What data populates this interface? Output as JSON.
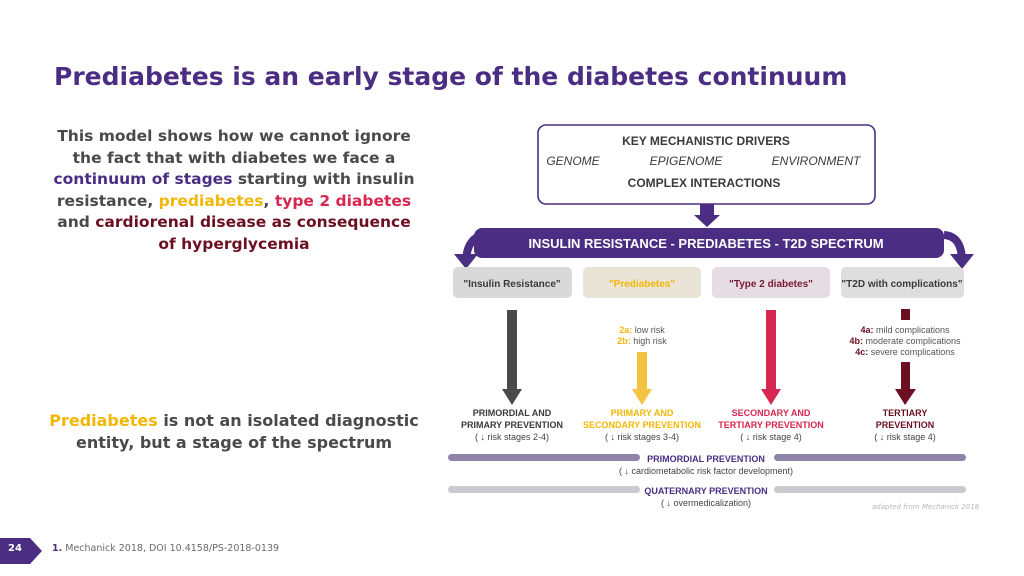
{
  "title": "Prediabetes is an early stage of the diabetes continuum",
  "intro": {
    "t1": "This model shows how we cannot ignore the fact that with diabetes we face a ",
    "h1": "continuum of stages",
    "t2": " starting with insulin resistance, ",
    "h2": "prediabetes",
    "t3": ", ",
    "h3": "type 2 diabetes",
    "t4": " and ",
    "h4": "cardiorenal disease as consequence of hyperglycemia"
  },
  "outro": {
    "h1": "Prediabetes",
    "t1": " is not an isolated diagnostic entity, but a stage of the spectrum"
  },
  "diagram": {
    "drivers_title": "KEY MECHANISTIC DRIVERS",
    "drivers": [
      "GENOME",
      "EPIGENOME",
      "ENVIRONMENT"
    ],
    "drivers_footer": "COMPLEX INTERACTIONS",
    "spectrum_label": "INSULIN RESISTANCE - PREDIABETES - T2D SPECTRUM",
    "stages": [
      {
        "label": "\"Insulin Resistance\"",
        "color": "#4a4a4a"
      },
      {
        "label": "\"Prediabetes\"",
        "color": "#f5c342"
      },
      {
        "label": "\"Type 2 diabetes\"",
        "color": "#d7264f"
      },
      {
        "label": "\"T2D with complications\"",
        "color": "#6b1022"
      }
    ],
    "prediabetes_sub": [
      {
        "code": "2a:",
        "text": " low risk"
      },
      {
        "code": "2b:",
        "text": " high risk"
      }
    ],
    "complication_sub": [
      {
        "code": "4a:",
        "text": " mild complications"
      },
      {
        "code": "4b:",
        "text": " moderate complications"
      },
      {
        "code": "4c:",
        "text": " severe complications"
      }
    ],
    "prevention": [
      {
        "line1": "PRIMORDIAL AND",
        "line2": "PRIMARY PREVENTION",
        "risk": "risk stages 2-4)"
      },
      {
        "line1": "PRIMARY AND",
        "line2": "SECONDARY PREVENTION",
        "risk": "risk stages 3-4)"
      },
      {
        "line1": "SECONDARY AND",
        "line2": "TERTIARY PREVENTION",
        "risk": "risk stage 4)"
      },
      {
        "line1": "TERTIARY",
        "line2": "PREVENTION",
        "risk": "risk stage 4)"
      }
    ],
    "primordial": {
      "title": "PRIMORDIAL PREVENTION",
      "detail": "cardiometabolic risk factor development)"
    },
    "quaternary": {
      "title": "QUATERNARY PREVENTION",
      "detail": "overmedicalization)"
    },
    "credit": "adapted from Mechanick 2018"
  },
  "footer": {
    "slide_number": "24",
    "ref_num": "1.",
    "ref_text": " Mechanick 2018, DOI 10.4158/PS-2018-0139"
  },
  "colors": {
    "purple": "#4b2e83",
    "dark_grey": "#4a4a4a",
    "yellow": "#f5c342",
    "red": "#d7264f",
    "maroon": "#6b1022",
    "bar_purple": "#8e84a8",
    "bar_grey": "#c9c9cf"
  }
}
